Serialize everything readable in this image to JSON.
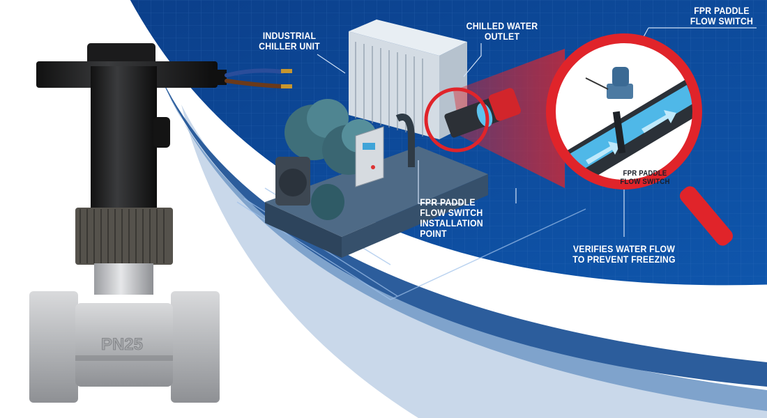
{
  "labels": {
    "chiller_unit": [
      "INDUSTRIAL",
      "CHILLER UNIT"
    ],
    "water_outlet": [
      "CHILLED WATER",
      "OUTLET"
    ],
    "flow_switch_top": [
      "FPR PADDLE",
      "FLOW SWITCH"
    ],
    "installation_point": [
      "FPR PADDLE",
      "FLOW SWITCH",
      "INSTALLATION",
      "POINT"
    ],
    "flow_switch_inner": [
      "FPR PADDLE",
      "FLOW SWITCH"
    ],
    "verifies": [
      "VERIFIES WATER FLOW",
      "TO PREVENT FREEZING"
    ]
  },
  "product": {
    "body_marking": "PN25"
  },
  "colors": {
    "blueprint": "#0d4a9a",
    "accent_red": "#e0242a",
    "water": "#4fb8e8"
  }
}
